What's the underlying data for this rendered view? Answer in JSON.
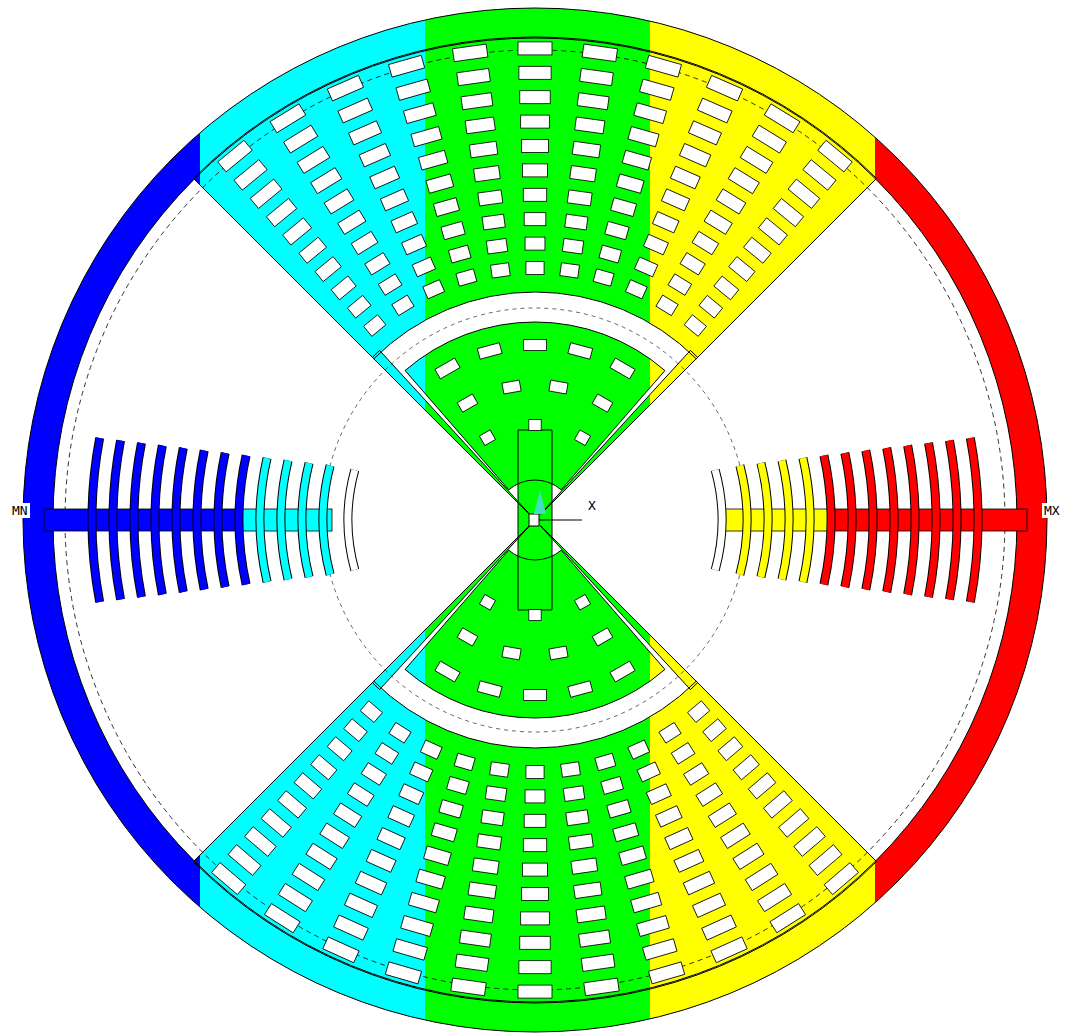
{
  "diagram": {
    "labels": [
      "MN",
      "X",
      "MX"
    ]
  }
}
